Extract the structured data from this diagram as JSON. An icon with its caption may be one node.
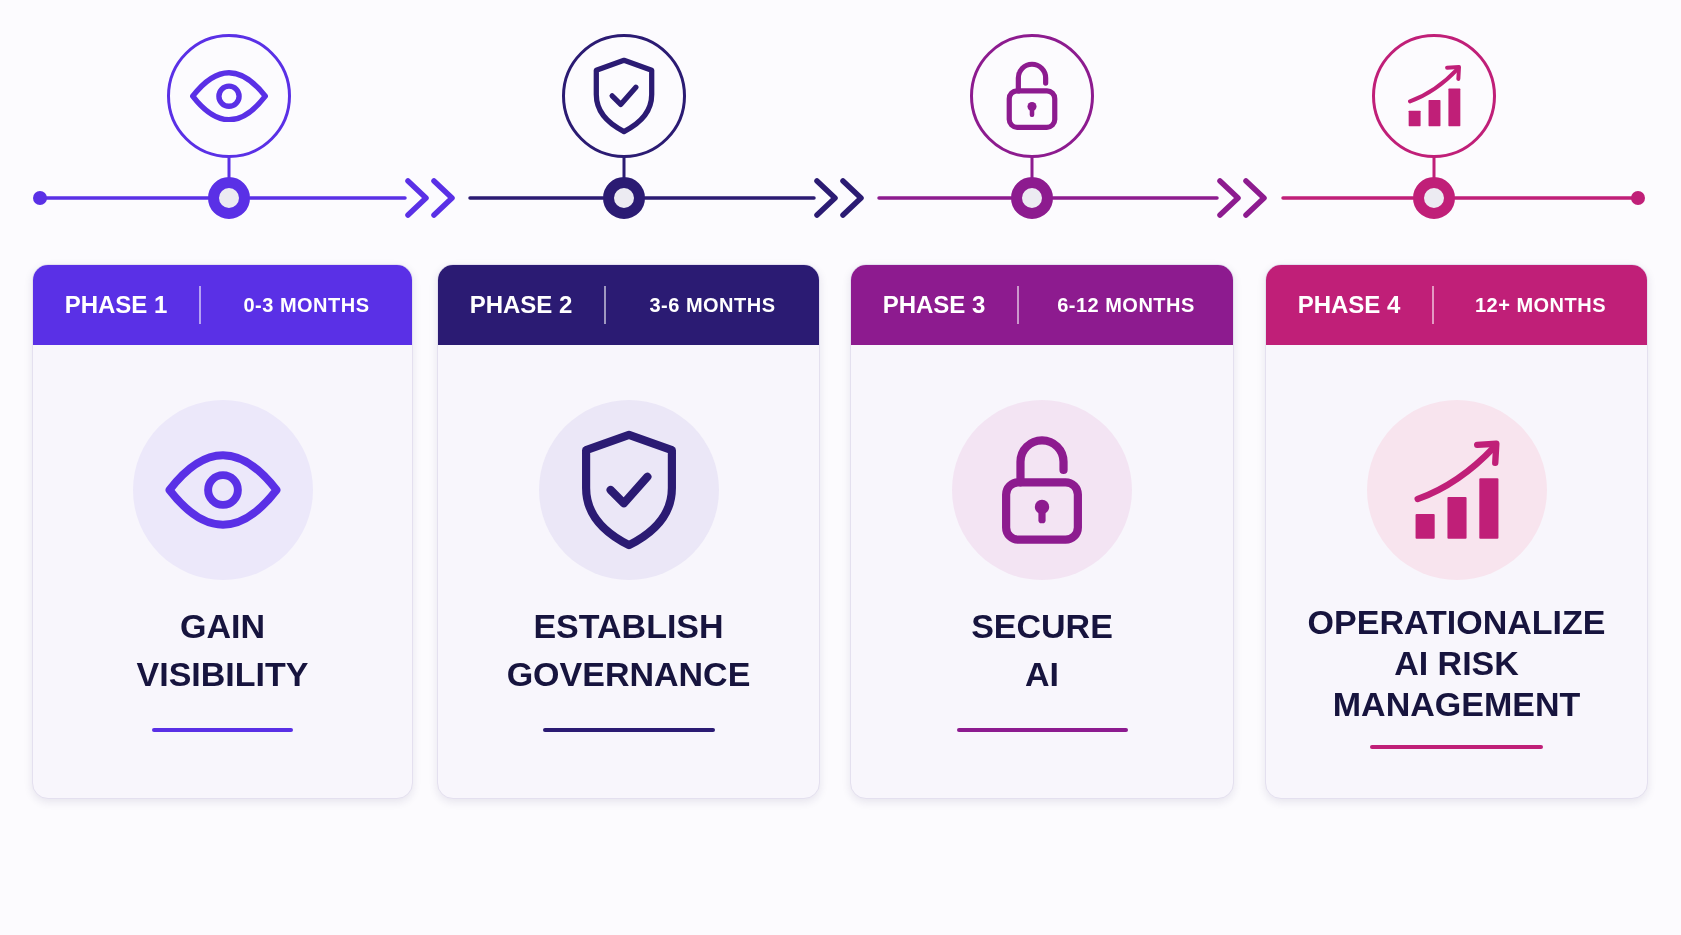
{
  "diagram": {
    "nodes": [
      {
        "text": [],
        "shape": "circle"
      },
      {
        "text": [],
        "shape": "circle"
      },
      {
        "text": [],
        "shape": "circle"
      },
      {
        "text": [],
        "shape": "circle"
      },
      {
        "text": [],
        "shape": "circle"
      },
      {
        "text": [],
        "shape": "circle"
      },
      {
        "text": [],
        "shape": "circle"
      },
      {
        "text": [],
        "shape": "circle"
      },
      {
        "text": [
          "PHASE 1",
          "0-3 MONTHS",
          "GAIN VISIBILITY"
        ]
      },
      {
        "text": [
          "PHASE 2",
          "3-6 MONTHS",
          "ESTABLISH GOVERNANCE"
        ]
      },
      {
        "text": [
          "PHASE 3",
          "6-12 MONTHS",
          "SECURE AI"
        ]
      },
      {
        "text": [
          "PHASE 4",
          "12+ MONTHS",
          "OPERATIONALIZE AI RISK MANAGEMENT"
        ]
      }
    ],
    "edges": [
      {
        "from": 4,
        "to": null,
        "arrow": "other",
        "color": "#5a30e6"
      },
      {
        "from": 4,
        "to": null,
        "arrow": "to",
        "color": "#5a30e6"
      },
      {
        "from": null,
        "to": 5,
        "arrow": "none",
        "color": "#2b1b73"
      },
      {
        "from": 5,
        "to": null,
        "arrow": "to",
        "color": "#2b1b73"
      },
      {
        "from": null,
        "to": 6,
        "arrow": "none",
        "color": "#8d1b8f"
      },
      {
        "from": 6,
        "to": null,
        "arrow": "to",
        "color": "#8d1b8f"
      },
      {
        "from": null,
        "to": 7,
        "arrow": "none",
        "color": "#c01f78"
      },
      {
        "from": 7,
        "to": null,
        "arrow": "other",
        "color": "#c01f78"
      },
      {
        "from": 0,
        "to": 4,
        "arrow": "none",
        "color": "#5a30e6"
      },
      {
        "from": 1,
        "to": 5,
        "arrow": "none",
        "color": "#2b1b73"
      },
      {
        "from": 2,
        "to": 6,
        "arrow": "none",
        "color": "#8d1b8f"
      },
      {
        "from": 3,
        "to": 7,
        "arrow": "none",
        "color": "#c01f78"
      }
    ]
  }
}
